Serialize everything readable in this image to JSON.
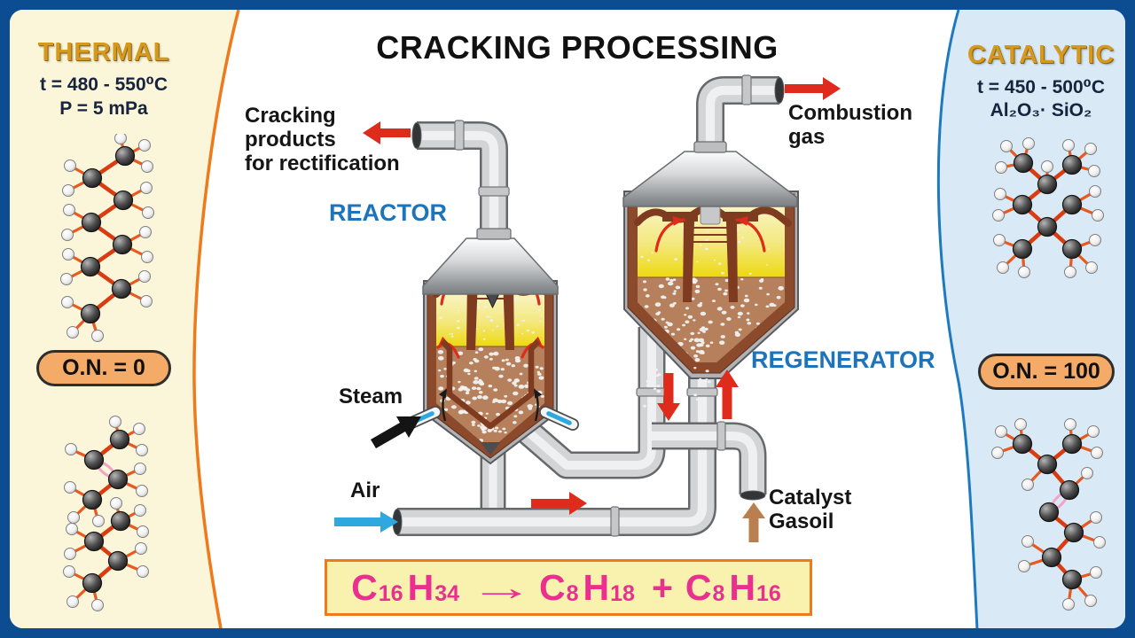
{
  "poster_title": "CRACKING PROCESSING",
  "left_panel": {
    "title": "THERMAL",
    "temperature": "t = 480 - 550⁰C",
    "pressure": "P = 5 mPa",
    "octane_number": "O.N. = 0"
  },
  "right_panel": {
    "title": "CATALYTIC",
    "temperature": "t = 450 - 500⁰C",
    "catalyst_formula": "Al₂O₃·  SiO₂",
    "octane_number": "O.N. = 100"
  },
  "process_labels": {
    "cracking_products": "Cracking\nproducts\nfor rectification",
    "reactor": "REACTOR",
    "combustion_gas": "Combustion\ngas",
    "regenerator": "REGENERATOR",
    "steam": "Steam",
    "air": "Air",
    "catalyst_gasoil": "Catalyst\nGasoil"
  },
  "equation": {
    "segments": [
      {
        "t": "C"
      },
      {
        "t": "16",
        "sub": true
      },
      {
        "t": "H"
      },
      {
        "t": "34",
        "sub": true
      },
      {
        "t": "→",
        "arrow": true
      },
      {
        "t": "C"
      },
      {
        "t": "8",
        "sub": true
      },
      {
        "t": "H"
      },
      {
        "t": "18",
        "sub": true
      },
      {
        "t": "+",
        "plus": true
      },
      {
        "t": "C"
      },
      {
        "t": "8",
        "sub": true
      },
      {
        "t": "H"
      },
      {
        "t": "16",
        "sub": true
      }
    ]
  },
  "graphics": {
    "left_top_molecule": "straight-chain-alkane",
    "left_bottom_molecule": "cracked-alkane-fragments-with-double-bond",
    "right_top_molecule": "branched-isooctane",
    "right_bottom_molecule": "branched-alkene-with-double-bond",
    "vessels": [
      "reactor",
      "regenerator"
    ],
    "flow_arrows": [
      "red-flow-arrow",
      "cyan-air-arrow",
      "black-steam-arrow",
      "brown-feed-arrow"
    ]
  },
  "colors": {
    "frame-navy": "#0C4D92",
    "panel-cream": "#FBF6D9",
    "panel-blue": "#D9EAF6",
    "curve-orange": "#EE7A1C",
    "curve-blue": "#1E7AC0",
    "heading-gold": "#D6991D",
    "text-navy": "#18243E",
    "label-blue": "#1B74BC",
    "arrow-red": "#DF2B1B",
    "arrow-cyan": "#2FA8E0",
    "arrow-brown": "#B97F4F",
    "equation-pink": "#E9308F",
    "equation-bg": "#F9F2AE",
    "badge-orange": "#F5AB68"
  }
}
